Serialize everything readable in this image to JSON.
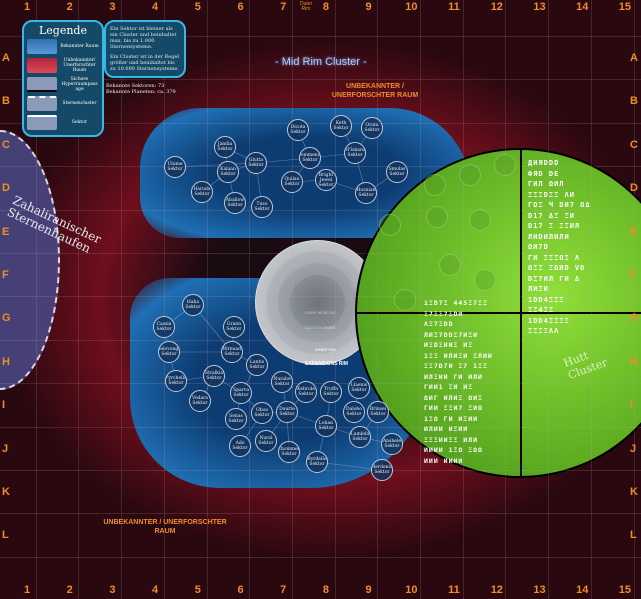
{
  "grid": {
    "columns": [
      "1",
      "2",
      "3",
      "4",
      "5",
      "6",
      "7",
      "8",
      "9",
      "10",
      "11",
      "12",
      "13",
      "14",
      "15"
    ],
    "rows": [
      "A",
      "B",
      "C",
      "D",
      "E",
      "F",
      "G",
      "H",
      "I",
      "J",
      "K",
      "L"
    ]
  },
  "top_label": "Outer Rim",
  "region_title": "- Mid Rim Cluster -",
  "unknown_top": "UNBEKANNTER / UNERFORSCHTER RAUM",
  "unknown_bottom": "UNBEKANNTER / UNERFORSCHTER RAUM",
  "left_cluster": "Zahaliranischer Sternenhaufen",
  "right_cluster": "Hutt Cluster",
  "legend": {
    "title": "Legende",
    "items": [
      "Bekannter Raum",
      "Unbekannter/ Unerforschter Raum",
      "Sichere Hyperraumpassage",
      "Sternencluster",
      "Sektor"
    ]
  },
  "info": {
    "p1": "Ein Sektor ist kleiner als ein Cluster und beinhaltet max. bis zu 1.000 Sternensysteme.",
    "p2": "Ein Cluster ist in der Regel größer und beinhaltet bis zu 10.000 Sternensysteme.",
    "stat1": "Bekannte Sektoren: 73",
    "stat2": "Bekannte Planeten: ca. 379"
  },
  "rings": [
    "CORE WORLDS",
    "OLD COLONIES",
    "INNER RIM",
    "EXPANSIONS RIM"
  ],
  "upper_sectors": [
    "Ulume Sektor",
    "Jandia Sektor",
    "Kalaan Sektor",
    "Glutta Sektor",
    "Dicota Sektor",
    "Keth Sektor",
    "Oruta Sektor",
    "Commenor Sektor",
    "M'Ishana Sektor",
    "Quilan Sektor",
    "Bright Jewel Sektor",
    "Smulas Sektor",
    "Hosnian Sektor",
    "Haruda Sektor",
    "Aballow Sektor",
    "Tuso Sektor"
  ],
  "lower_sectors": [
    "Haba Sektor",
    "Cassia Sektor",
    "Grann Sektor",
    "Belovonge Sektor",
    "Birnuad Sektor",
    "Stralkia Sektor",
    "Pyrchello Sektor",
    "Lantis Sektor",
    "Vodara Sektor",
    "Senas Sektor",
    "Sparva Sektor",
    "Nurabe Sektor",
    "Kehrole Sektor",
    "Truffa Sektor",
    "Llaenis Sektor",
    "Oboa Sektor",
    "Daurte Sektor",
    "Dalobo Sektor",
    "Brinsel Sektor",
    "Lohan Sektor",
    "Lambda Sektor",
    "Ado Sektor",
    "Nural Sektor",
    "Chommell Sektor",
    "Byrdello Sektor",
    "Anshele Sektor",
    "Herdenia Sektor"
  ],
  "aurebesh_right": [
    "ДИЯDDD",
    "ФЯD DE",
    "ΓИЛ ΩИЛ",
    "ΞΞΞDΞΞ ΛИ",
    "ΓDΞ Ч DИ7 ΩΔ",
    "D17 ΔΞ ΞИ",
    "D17 Ξ ΞΞИЛ",
    "ЛИDИЛИЛИ",
    "ΩИ7D",
    "ΓИ ΞΞΞΩΞ Λ",
    "ΩΞΞ ΞΩИD VD",
    "DΞ7ИЛ ΓИ Δ",
    "ЛИΞИ",
    "1DD4ΞΞΞ",
    "ΞΞ4ΞΞ",
    "1DD4ΞΞΞΞ",
    "ΞΞΞΞΛΛ"
  ],
  "aurebesh_left": [
    "1ΞD7Ξ 445Ξ7ΞΞ",
    "Ξ7ΞΞ7ΞDИ",
    "ΛΞ7ΞDD",
    "ЛИΞ7DDΞ7ИΞИ",
    "ИΞDΞИИΞ ИΞ",
    "1ΞΞ ИЛИΞИ ΞЛИИ",
    "ΞΞ7D7И Ξ7 1ΞΞ",
    "ИЛΞИИ ΓИ ИЛИ",
    "ΓИИ1 ΞИ ИΞ",
    "ΩИΓ ИЛИΞ ΩИΞ",
    "ΓИИ ΞΞИ7 ΞИΩ",
    "1ΞΩ ΓИ ИΞИИ",
    "ИЛИИ ИΞИИ",
    "ΞΞΞИИΞΞ ИЛИ",
    "ИИИИ 1ΞΩ ΞΩΩ",
    "ИИИ ИИИИ"
  ],
  "colors": {
    "unknown_space": "#6e0f1c",
    "known_space": "#1f6fb4",
    "hutt": "#7ccf2e",
    "label": "#f08c2a",
    "panel_border": "#37b9e8"
  }
}
